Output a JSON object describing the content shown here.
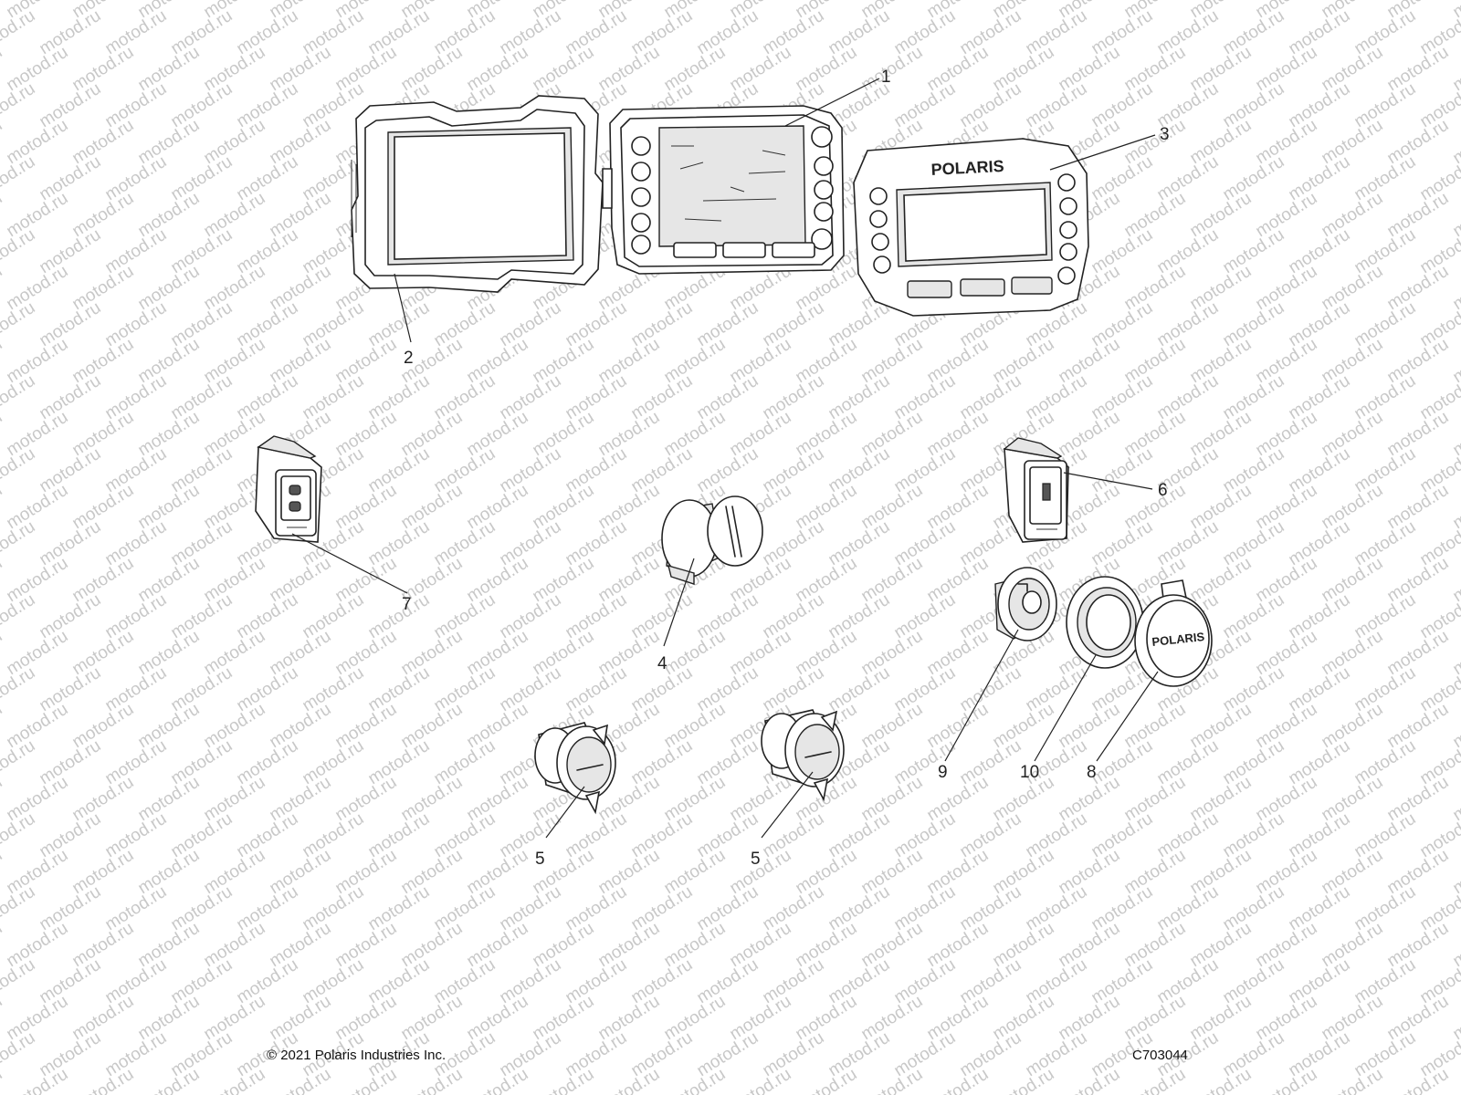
{
  "watermark": "motod.ru",
  "copyright": "© 2021 Polaris Industries Inc.",
  "drawing_id": "C703044",
  "brand": "POLARIS",
  "callouts": {
    "c1": "1",
    "c2": "2",
    "c3": "3",
    "c4": "4",
    "c5a": "5",
    "c5b": "5",
    "c6": "6",
    "c7": "7",
    "c8": "8",
    "c9": "9",
    "c10": "10"
  }
}
